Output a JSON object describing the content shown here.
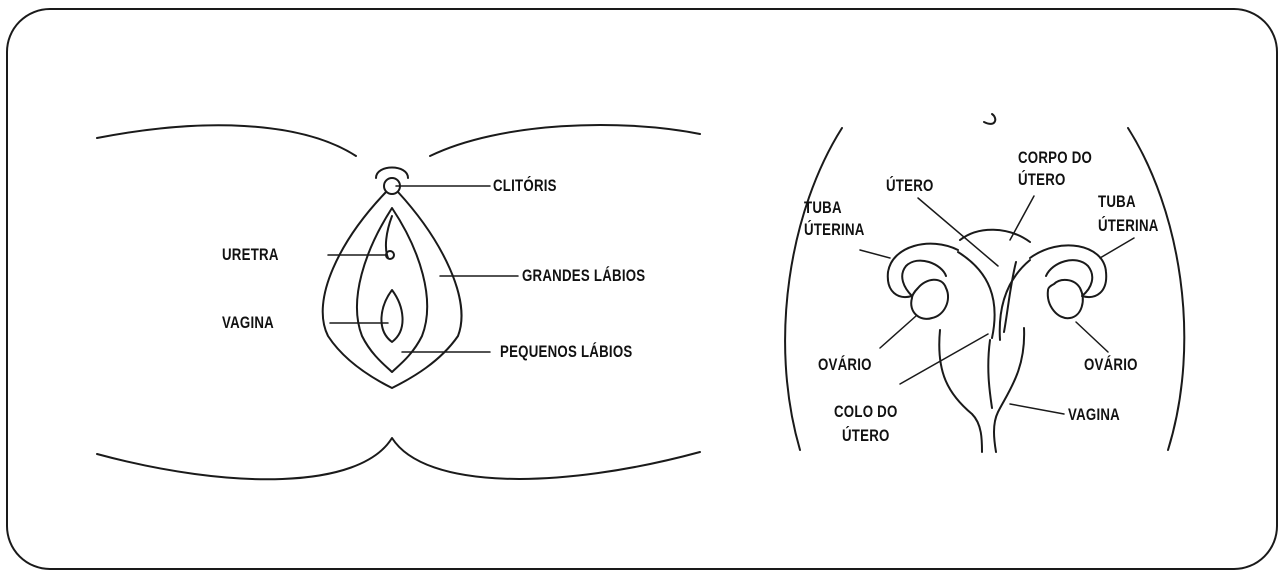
{
  "external": {
    "labels": {
      "clitoris": "CLITÓRIS",
      "uretra": "URETRA",
      "grandes_labios": "GRANDES LÁBIOS",
      "vagina": "VAGINA",
      "pequenos_labios": "PEQUENOS LÁBIOS"
    }
  },
  "internal": {
    "labels": {
      "corpo_line1": "CORPO DO",
      "corpo_line2": "ÚTERO",
      "utero": "ÚTERO",
      "tuba_left_line1": "TUBA",
      "tuba_left_line2": "ÚTERINA",
      "tuba_right_line1": "TUBA",
      "tuba_right_line2": "ÚTERINA",
      "ovario_left": "OVÁRIO",
      "ovario_right": "OVÁRIO",
      "colo_line1": "COLO DO",
      "colo_line2": "ÚTERO",
      "vagina": "VAGINA"
    }
  }
}
